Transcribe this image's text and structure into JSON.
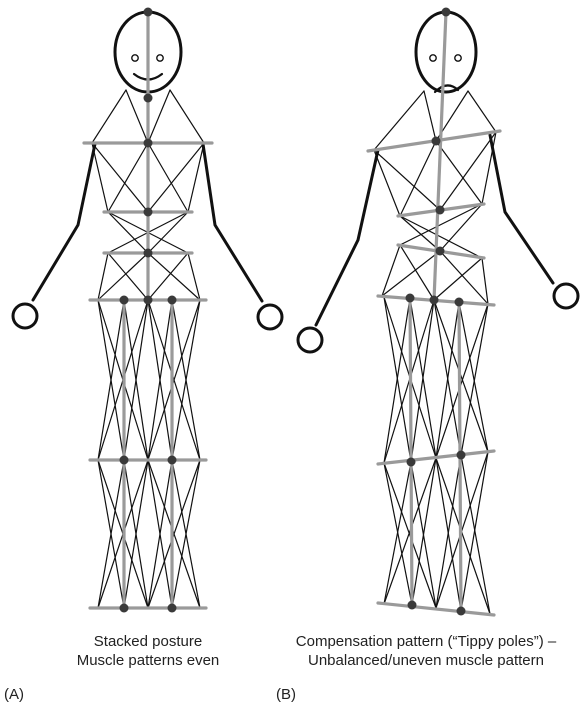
{
  "panels": [
    {
      "label": "(A)",
      "caption_lines": [
        "Stacked posture",
        "Muscle patterns even"
      ]
    },
    {
      "label": "(B)",
      "caption_lines": [
        "Compensation pattern (“Tippy poles”) –",
        "Unbalanced/uneven muscle pattern"
      ]
    }
  ],
  "colors": {
    "black_line": "#111111",
    "grey_pole": "#9a9a9a",
    "node": "#3a3a3a"
  }
}
